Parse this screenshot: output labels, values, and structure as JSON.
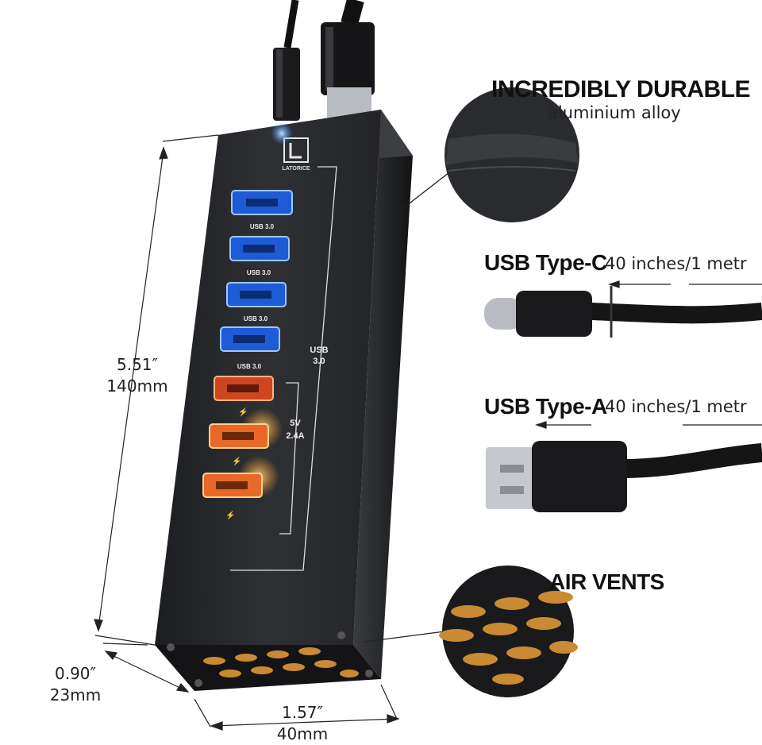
{
  "features": {
    "durable": {
      "title": "INCREDIBLY DURABLE",
      "subtitle": "aluminium alloy"
    },
    "usb_c": {
      "title": "USB Type-C",
      "length": "40 inches/1 metr"
    },
    "usb_a": {
      "title": "USB Type-A",
      "length": "40 inches/1 metr"
    },
    "vents": {
      "title": "AIR VENTS"
    }
  },
  "dimensions": {
    "height_in": "5.51″",
    "height_mm": "140mm",
    "depth_in": "0.90″",
    "depth_mm": "23mm",
    "width_in": "1.57″",
    "width_mm": "40mm"
  },
  "device": {
    "brand": "LATORICE",
    "port_label": "USB 3.0",
    "group_usb": [
      "USB",
      "3.0"
    ],
    "group_charge": [
      "5V",
      "2.4A"
    ],
    "colors": {
      "body": "#2a2b2e",
      "usb_blue": "#1e5bd6",
      "charge_orange": "#e8682a",
      "glow": "#ffb347"
    }
  }
}
